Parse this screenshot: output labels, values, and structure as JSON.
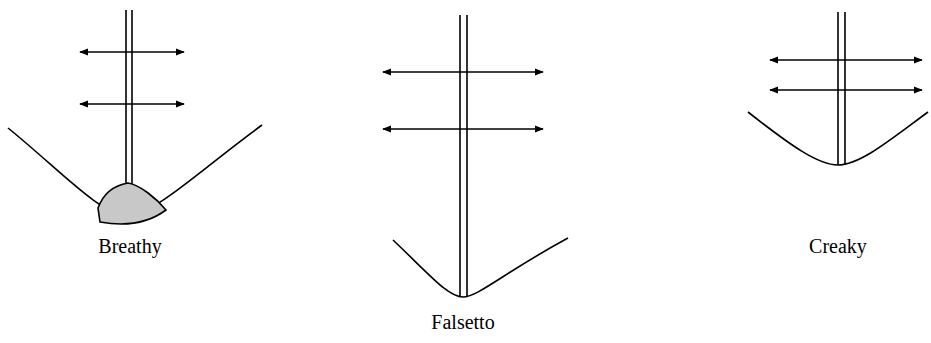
{
  "diagram": {
    "labels": [
      "Breathy",
      "Falsetto",
      "Creaky"
    ]
  }
}
